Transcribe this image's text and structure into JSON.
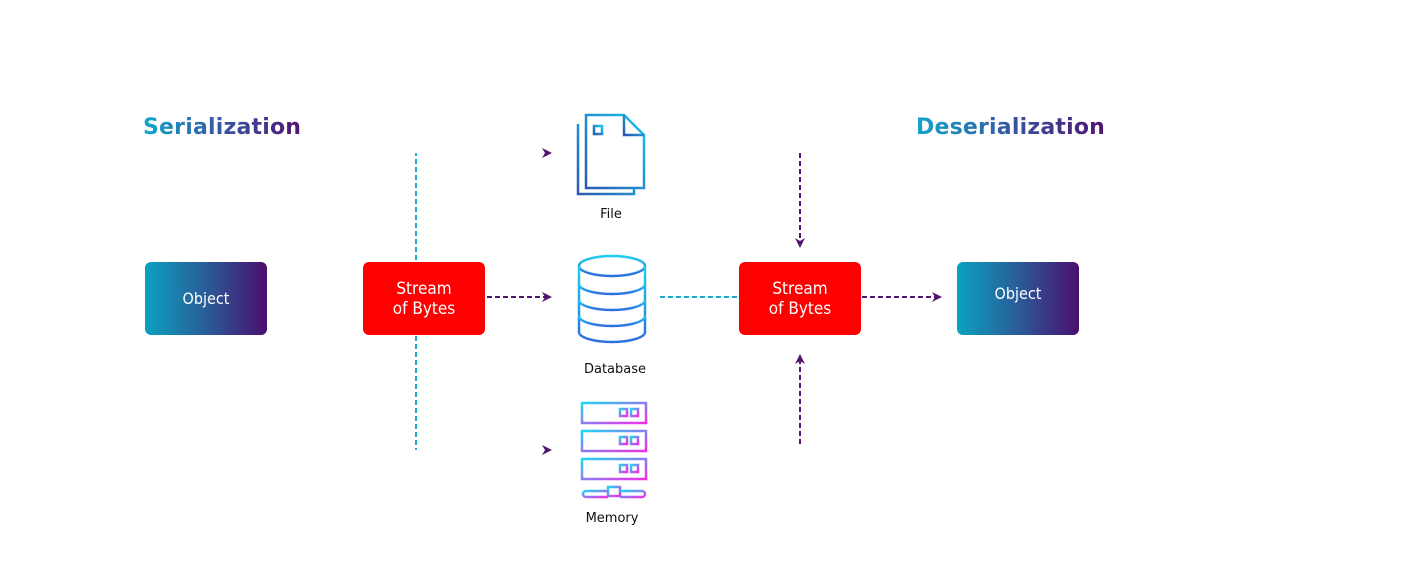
{
  "headings": {
    "serialization": "Serialization",
    "deserialization": "Deserialization"
  },
  "nodes": {
    "source_object": "Object",
    "stream_left": [
      "Stream",
      "of Bytes"
    ],
    "stream_right": [
      "Stream",
      "of Bytes"
    ],
    "target_object": "Object"
  },
  "storage": [
    {
      "label": "File",
      "icon": "file-document-icon"
    },
    {
      "label": "Database",
      "icon": "database-icon"
    },
    {
      "label": "Memory",
      "icon": "server-memory-icon"
    }
  ],
  "colors": {
    "stream_box": "#fe0000",
    "gradient_start": "#0aa2bf",
    "gradient_end": "#4a0f6e",
    "arrow": "#51146f"
  }
}
